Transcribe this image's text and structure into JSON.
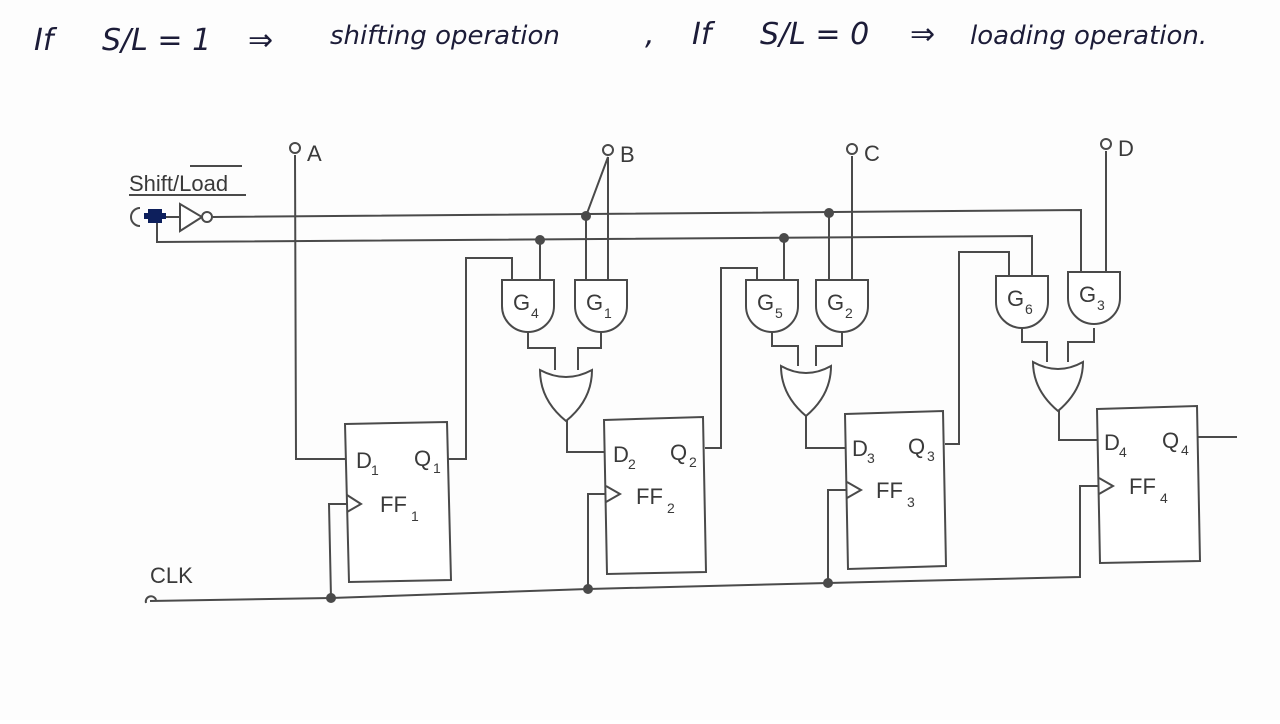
{
  "notes": {
    "line1_if": "If",
    "line1_cond": "S/L = 1",
    "line1_arrow": "⇒",
    "line1_result": "shifting operation",
    "comma": ",",
    "line2_if": "If",
    "line2_cond": "S/L = 0",
    "line2_arrow": "⇒",
    "line2_result": "loading operation."
  },
  "circuit": {
    "control_label": "Shift/Load",
    "clock_label": "CLK",
    "inputs": [
      "A",
      "B",
      "C",
      "D"
    ],
    "and_gates": [
      {
        "name": "G",
        "sub": "4"
      },
      {
        "name": "G",
        "sub": "1"
      },
      {
        "name": "G",
        "sub": "5"
      },
      {
        "name": "G",
        "sub": "2"
      },
      {
        "name": "G",
        "sub": "6"
      },
      {
        "name": "G",
        "sub": "3"
      }
    ],
    "flip_flops": [
      {
        "d": "D",
        "q": "Q",
        "ff": "FF",
        "n": "1"
      },
      {
        "d": "D",
        "q": "Q",
        "ff": "FF",
        "n": "2"
      },
      {
        "d": "D",
        "q": "Q",
        "ff": "FF",
        "n": "3"
      },
      {
        "d": "D",
        "q": "Q",
        "ff": "FF",
        "n": "4"
      }
    ]
  }
}
